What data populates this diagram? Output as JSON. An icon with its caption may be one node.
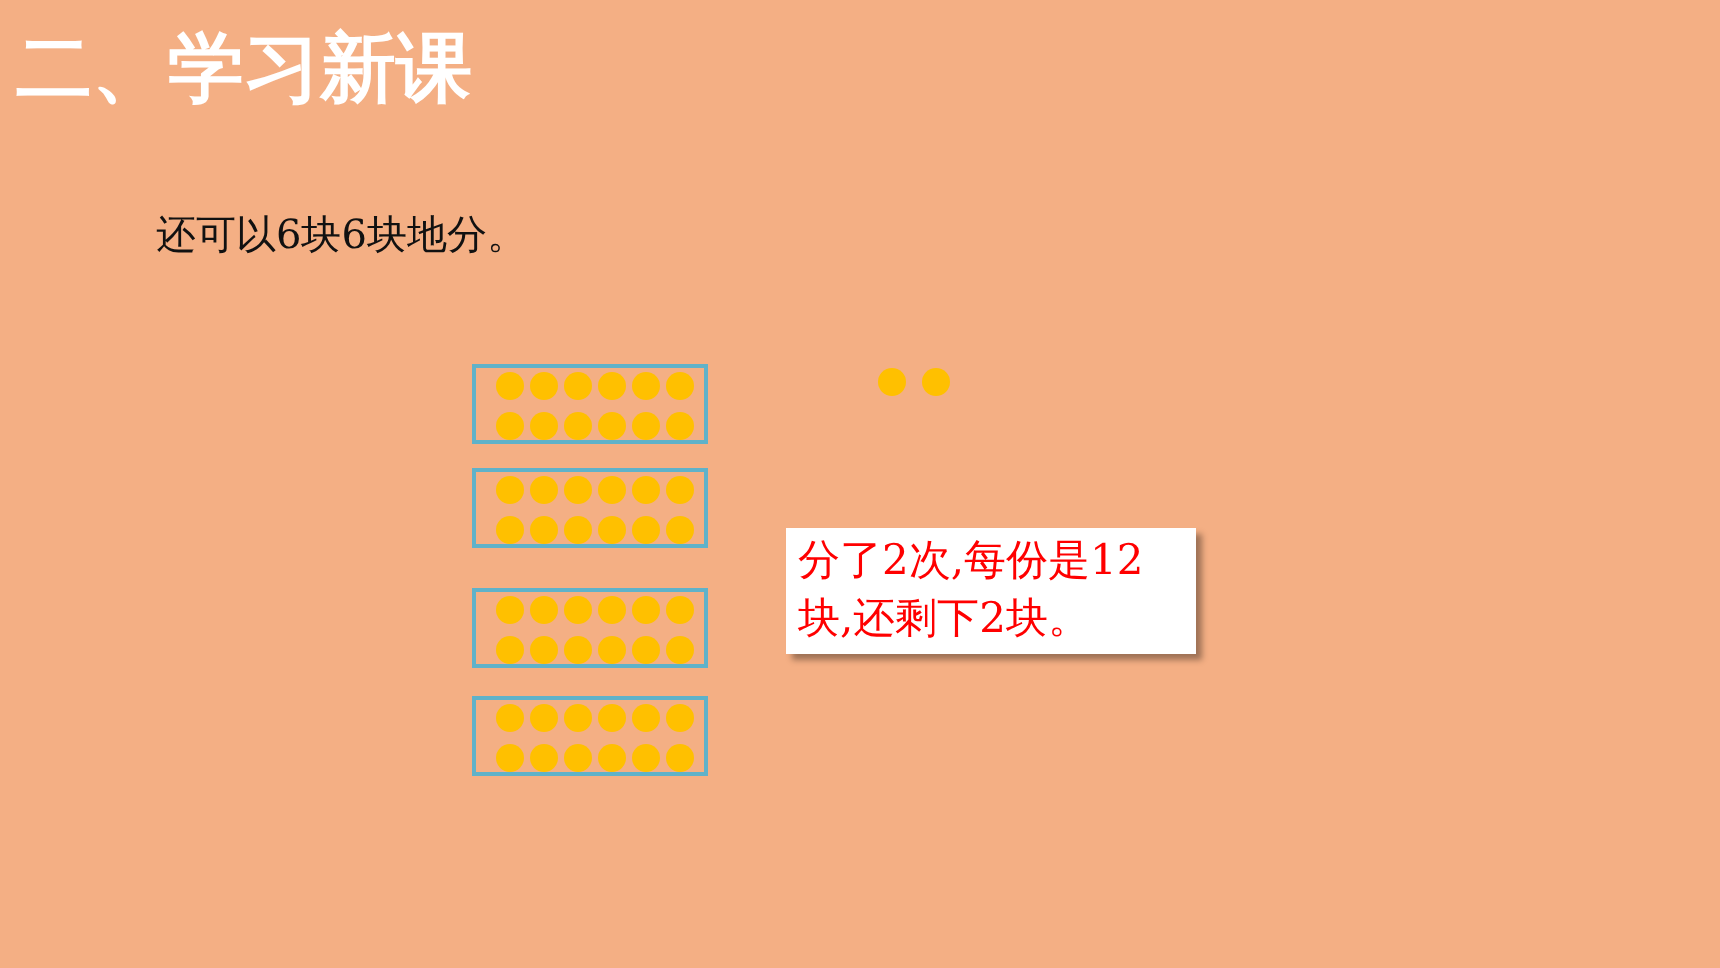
{
  "diagram": {
    "title": "二、学习新课",
    "nodes": [
      {
        "text": [],
        "shape": "box"
      },
      {
        "text": [],
        "shape": "box"
      },
      {
        "text": [],
        "shape": "box"
      },
      {
        "text": [],
        "shape": "box"
      },
      {
        "text": [
          "分了2次,每份是12块,还剩下2块。"
        ]
      }
    ],
    "labels": [
      "还可以6块6块地分。"
    ]
  }
}
